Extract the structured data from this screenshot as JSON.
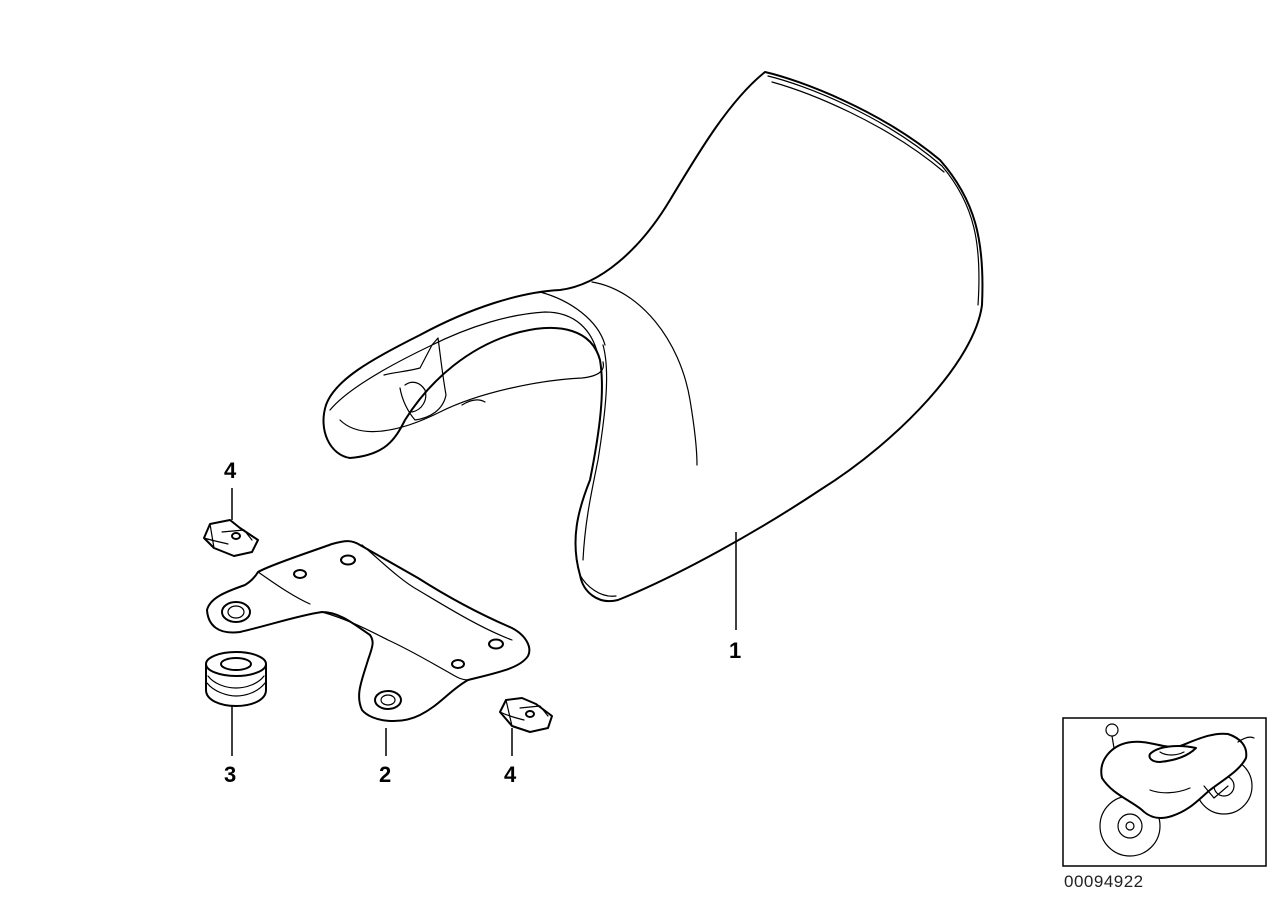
{
  "diagram": {
    "callouts": {
      "seat": "1",
      "bracket": "2",
      "grommet": "3",
      "clip_upper": "4",
      "clip_lower": "4"
    },
    "image_id": "00094922"
  },
  "colors": {
    "line": "#000000",
    "background": "#ffffff"
  }
}
